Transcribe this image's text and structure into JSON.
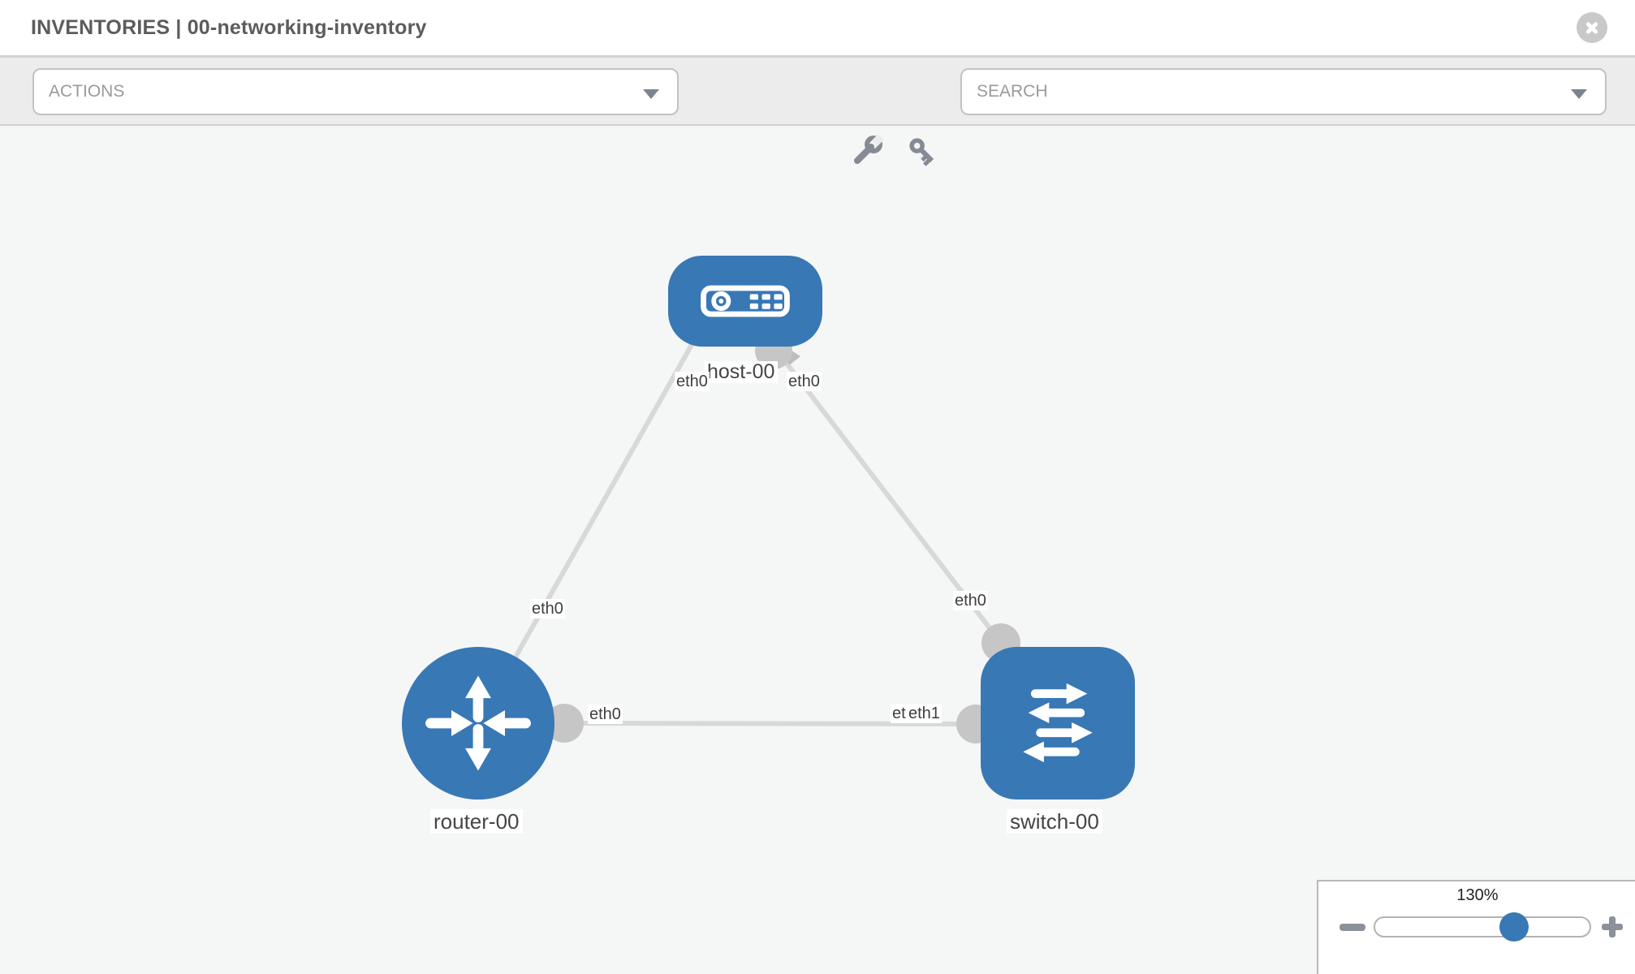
{
  "header": {
    "title": "INVENTORIES | 00-networking-inventory"
  },
  "toolbar": {
    "actions_label": "ACTIONS",
    "search_placeholder": "SEARCH"
  },
  "icons": {
    "close": "x-in-circle",
    "actions_caret": "caret-down",
    "search_caret": "caret-down",
    "wrench": "wrench",
    "key": "key",
    "zoom_out": "minus",
    "zoom_in": "plus"
  },
  "topology": {
    "nodes": [
      {
        "id": "host-00",
        "type": "host",
        "label": "host-00"
      },
      {
        "id": "router-00",
        "type": "router",
        "label": "router-00"
      },
      {
        "id": "switch-00",
        "type": "switch",
        "label": "switch-00"
      }
    ],
    "links": [
      {
        "from": "host-00",
        "from_interface": "eth0",
        "to": "router-00",
        "to_interface": "eth0"
      },
      {
        "from": "host-00",
        "from_interface": "eth0",
        "to": "switch-00",
        "to_interface": "eth0"
      },
      {
        "from": "router-00",
        "from_interface": "eth0",
        "to": "switch-00",
        "to_interface": "eth1"
      }
    ],
    "overlap_under_label": "eth0"
  },
  "zoom_control": {
    "level": "130%"
  },
  "colors": {
    "node_blue": "#3878b4",
    "link_gray": "#d8d8d8",
    "connector_gray": "#c6c6c6",
    "toolbar_icon_gray": "#858b95"
  }
}
